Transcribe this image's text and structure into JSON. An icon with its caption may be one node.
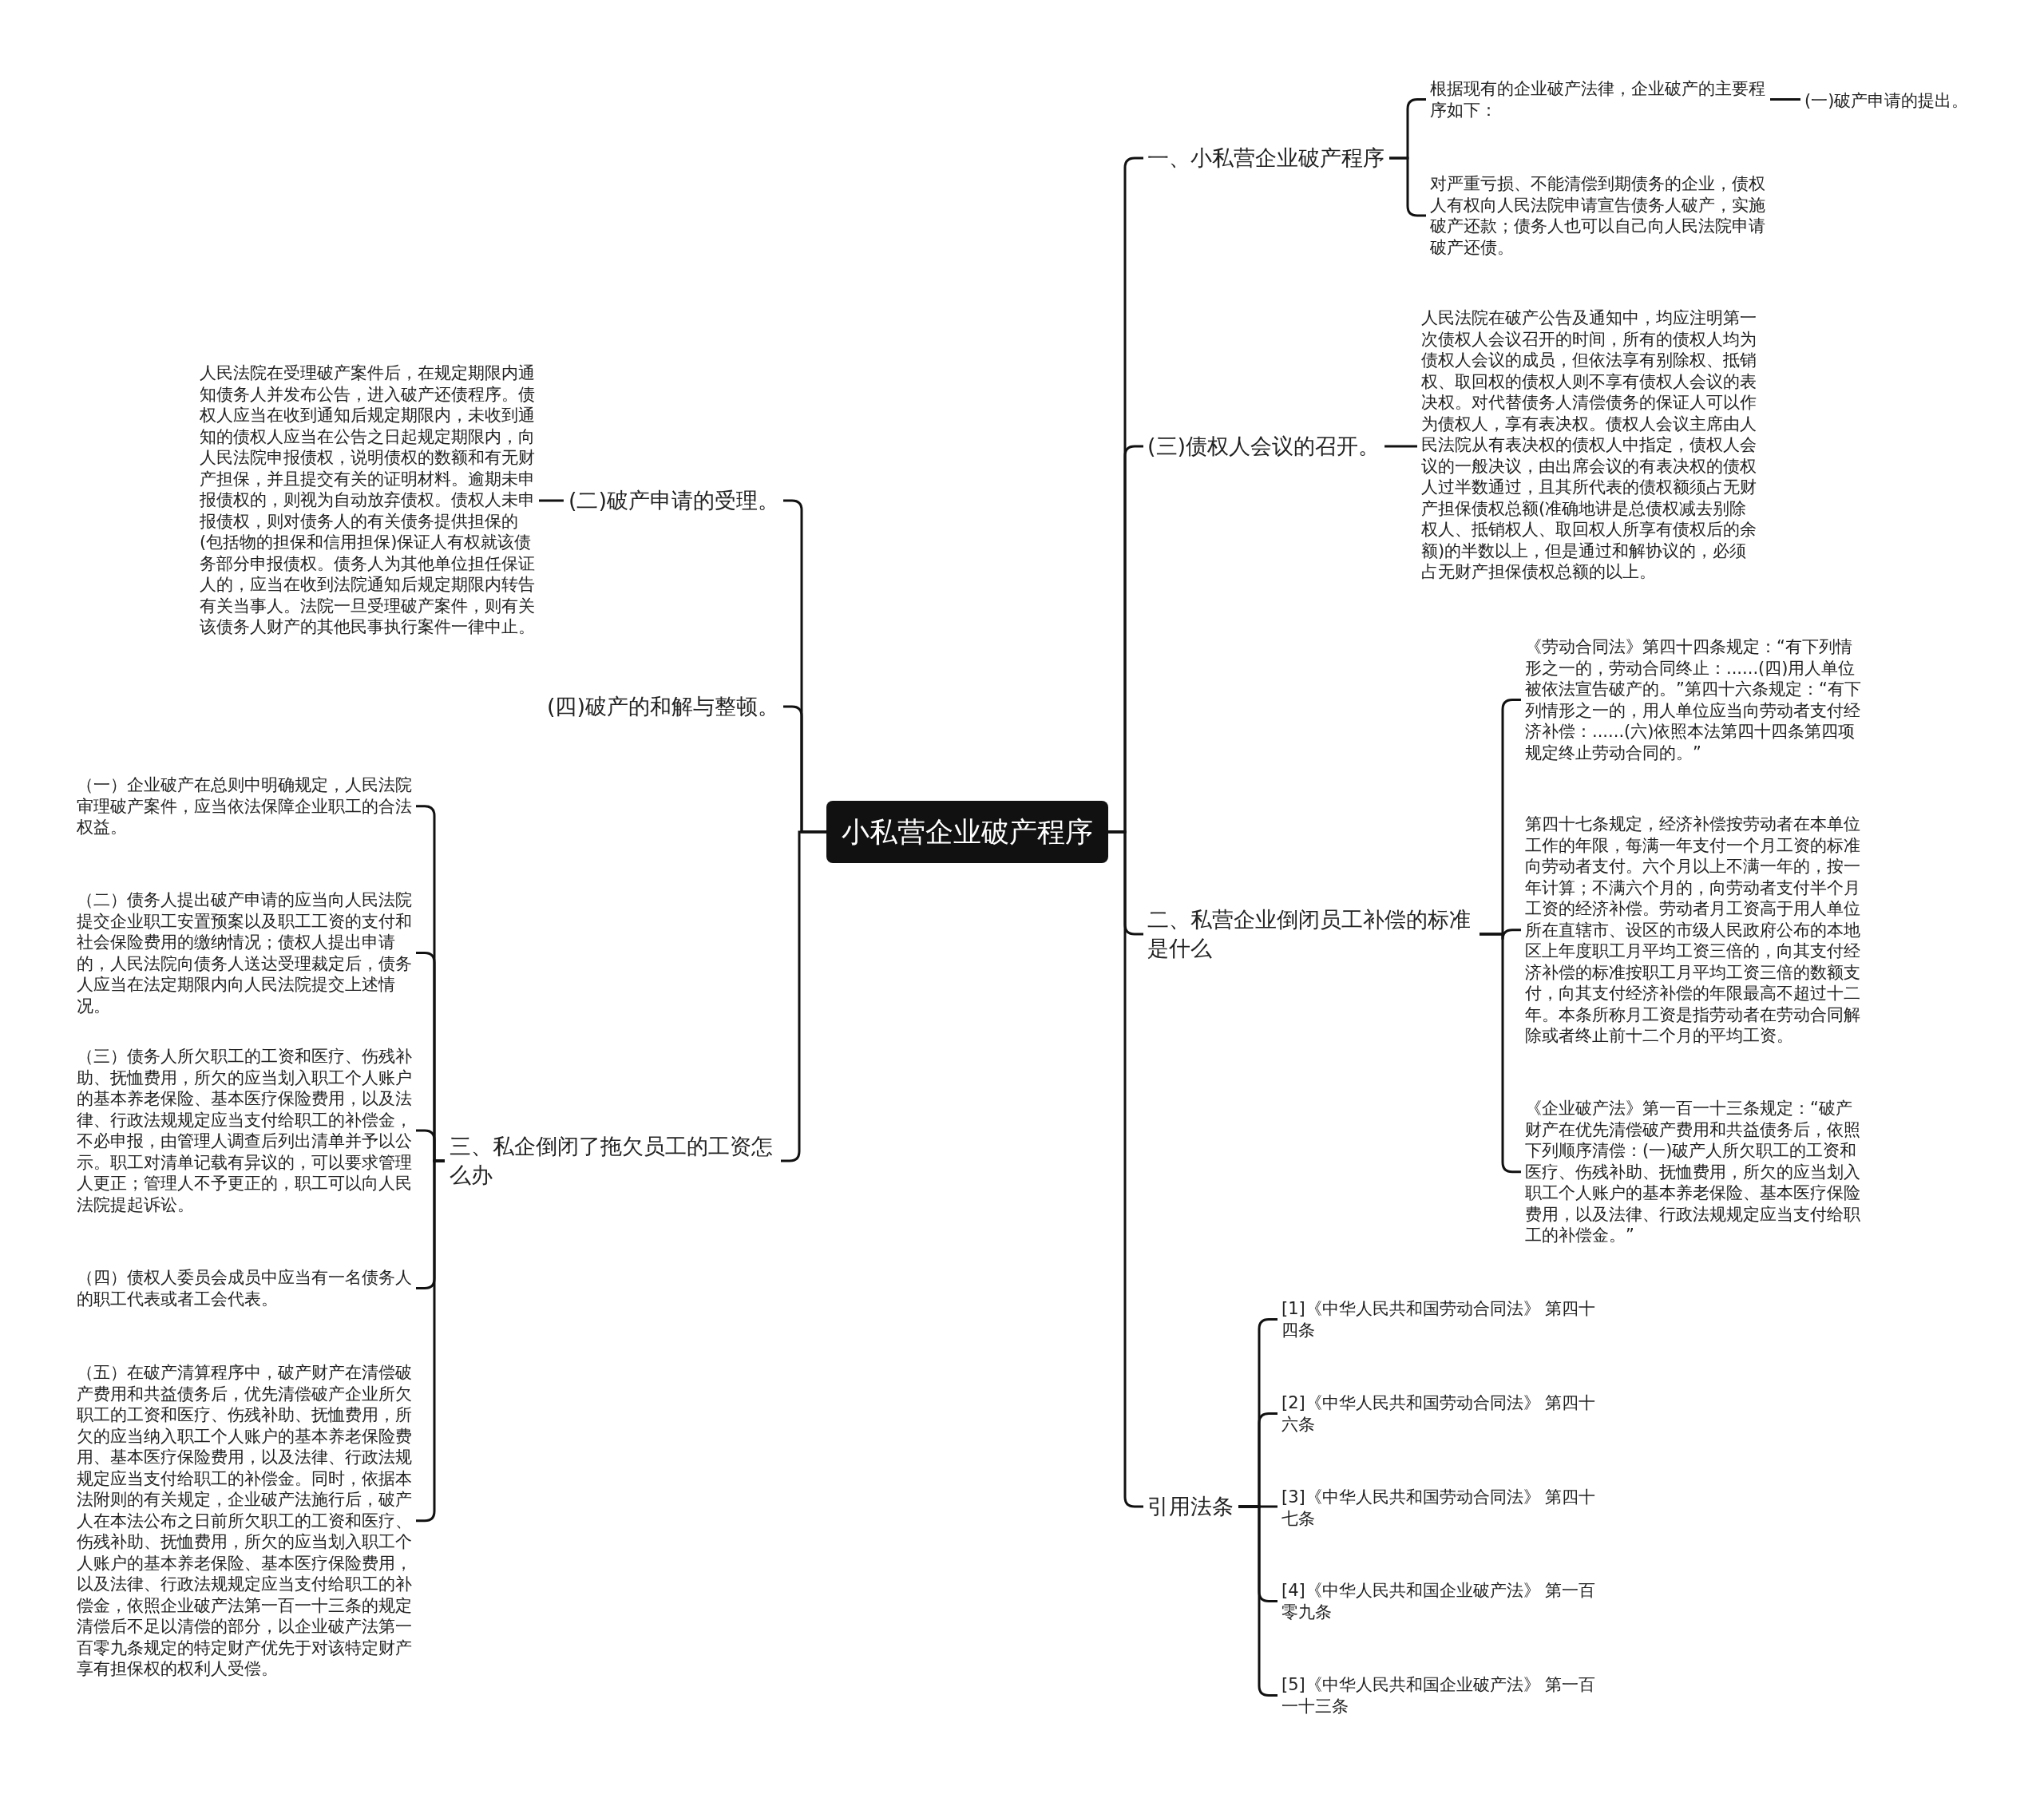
{
  "diagram": {
    "nodes": [
      {
        "text": [
          "小私营企业破产程序"
        ]
      },
      {
        "text": [
          "一、小私营企业破产程序"
        ]
      },
      {
        "text": [
          "根据现有的企业破产法律，企业破产的主要程序如下："
        ]
      },
      {
        "text": [
          "(一)破产申请的提出。"
        ]
      },
      {
        "text": [
          "对严重亏损、不能清偿到期债务的企业，债权人有权向人民法院申请宣告债务人破产，实施破产还款；债务人也可以自己向人民法院申请破产还债。"
        ]
      },
      {
        "text": [
          "(三)债权人会议的召开。"
        ]
      },
      {
        "text": [
          "人民法院在破产公告及通知中，均应注明第一次债权人会议召开的时间，所有的债权人均为债权人会议的成员，但依法享有别除权、抵销权、取回权的债权人则不享有债权人会议的表决权。对代替债务人清偿债务的保证人可以作为债权人，享有表决权。债权人会议主席由人民法院从有表决权的债权人中指定，债权人会议的一般决议，由出席会议的有表决权的债权人过半数通过，且其所代表的债权额须占无财产担保债权总额(准确地讲是总债权减去别除权人、抵销权人、取回权人所享有债权后的余额)的半数以上，但是通过和解协议的，必须占无财产担保债权总额的以上。"
        ]
      },
      {
        "text": [
          "二、私营企业倒闭员工补偿的标准是什么"
        ]
      },
      {
        "text": [
          "《劳动合同法》第四十四条规定：“有下列情形之一的，劳动合同终止：......(四)用人单位被依法宣告破产的。”第四十六条规定：“有下列情形之一的，用人单位应当向劳动者支付经济补偿：......(六)依照本法第四十四条第四项规定终止劳动合同的。”"
        ]
      },
      {
        "text": [
          "第四十七条规定，经济补偿按劳动者在本单位工作的年限，每满一年支付一个月工资的标准向劳动者支付。六个月以上不满一年的，按一年计算；不满六个月的，向劳动者支付半个月工资的经济补偿。劳动者月工资高于用人单位所在直辖市、设区的市级人民政府公布的本地区上年度职工月平均工资三倍的，向其支付经济补偿的标准按职工月平均工资三倍的数额支付，向其支付经济补偿的年限最高不超过十二年。本条所称月工资是指劳动者在劳动合同解除或者终止前十二个月的平均工资。"
        ]
      },
      {
        "text": [
          "《企业破产法》第一百一十三条规定：“破产财产在优先清偿破产费用和共益债务后，依照下列顺序清偿：(一)破产人所欠职工的工资和医疗、伤残补助、抚恤费用，所欠的应当划入职工个人账户的基本养老保险、基本医疗保险费用，以及法律、行政法规规定应当支付给职工的补偿金。”"
        ]
      },
      {
        "text": [
          "引用法条"
        ]
      },
      {
        "text": [
          "[1]《中华人民共和国劳动合同法》 第四十四条"
        ]
      },
      {
        "text": [
          "[2]《中华人民共和国劳动合同法》 第四十六条"
        ]
      },
      {
        "text": [
          "[3]《中华人民共和国劳动合同法》 第四十七条"
        ]
      },
      {
        "text": [
          "[4]《中华人民共和国企业破产法》 第一百零九条"
        ]
      },
      {
        "text": [
          "[5]《中华人民共和国企业破产法》 第一百一十三条"
        ]
      },
      {
        "text": [
          "(二)破产申请的受理。"
        ]
      },
      {
        "text": [
          "人民法院在受理破产案件后，在规定期限内通知债务人并发布公告，进入破产还债程序。债权人应当在收到通知后规定期限内，未收到通知的债权人应当在公告之日起规定期限内，向人民法院申报债权，说明债权的数额和有无财产担保，并且提交有关的证明材料。逾期未申报债权的，则视为自动放弃债权。债权人未申报债权，则对债务人的有关债务提供担保的(包括物的担保和信用担保)保证人有权就该债务部分申报债权。债务人为其他单位担任保证人的，应当在收到法院通知后规定期限内转告有关当事人。法院一旦受理破产案件，则有关该债务人财产的其他民事执行案件一律中止。"
        ]
      },
      {
        "text": [
          "(四)破产的和解与整顿。"
        ]
      },
      {
        "text": [
          "三、私企倒闭了拖欠员工的工资怎么办"
        ]
      },
      {
        "text": [
          "（一）企业破产在总则中明确规定，人民法院审理破产案件，应当依法保障企业职工的合法权益。"
        ]
      },
      {
        "text": [
          "（二）债务人提出破产申请的应当向人民法院提交企业职工安置预案以及职工工资的支付和社会保险费用的缴纳情况；债权人提出申请的，人民法院向债务人送达受理裁定后，债务人应当在法定期限内向人民法院提交上述情况。"
        ]
      },
      {
        "text": [
          "（三）债务人所欠职工的工资和医疗、伤残补助、抚恤费用，所欠的应当划入职工个人账户的基本养老保险、基本医疗保险费用，以及法律、行政法规规定应当支付给职工的补偿金，不必申报，由管理人调查后列出清单并予以公示。职工对清单记载有异议的，可以要求管理人更正；管理人不予更正的，职工可以向人民法院提起诉讼。"
        ]
      },
      {
        "text": [
          "（四）债权人委员会成员中应当有一名债务人的职工代表或者工会代表。"
        ]
      },
      {
        "text": [
          "（五）在破产清算程序中，破产财产在清偿破产费用和共益债务后，优先清偿破产企业所欠职工的工资和医疗、伤残补助、抚恤费用，所欠的应当纳入职工个人账户的基本养老保险费用、基本医疗保险费用，以及法律、行政法规规定应当支付给职工的补偿金。同时，依据本法附则的有关规定，企业破产法施行后，破产人在本法公布之日前所欠职工的工资和医疗、伤残补助、抚恤费用，所欠的应当划入职工个人账户的基本养老保险、基本医疗保险费用，以及法律、行政法规规定应当支付给职工的补偿金，依照企业破产法第一百一十三条的规定清偿后不足以清偿的部分，以企业破产法第一百零九条规定的特定财产优先于对该特定财产享有担保权的权利人受偿。"
        ]
      }
    ],
    "edges": [
      {
        "from": 0,
        "to": 1,
        "arrow": "none"
      },
      {
        "from": 1,
        "to": 2,
        "arrow": "none"
      },
      {
        "from": 2,
        "to": 3,
        "arrow": "none"
      },
      {
        "from": 1,
        "to": 4,
        "arrow": "none"
      },
      {
        "from": 0,
        "to": 5,
        "arrow": "none"
      },
      {
        "from": 5,
        "to": 6,
        "arrow": "none"
      },
      {
        "from": 0,
        "to": 7,
        "arrow": "none"
      },
      {
        "from": 7,
        "to": 8,
        "arrow": "none"
      },
      {
        "from": 7,
        "to": 9,
        "arrow": "none"
      },
      {
        "from": 7,
        "to": 10,
        "arrow": "none"
      },
      {
        "from": 0,
        "to": 11,
        "arrow": "none"
      },
      {
        "from": 11,
        "to": 12,
        "arrow": "none"
      },
      {
        "from": 11,
        "to": 13,
        "arrow": "none"
      },
      {
        "from": 11,
        "to": 14,
        "arrow": "none"
      },
      {
        "from": 11,
        "to": 15,
        "arrow": "none"
      },
      {
        "from": 11,
        "to": 16,
        "arrow": "none"
      },
      {
        "from": 0,
        "to": 17,
        "arrow": "none"
      },
      {
        "from": 17,
        "to": 18,
        "arrow": "none"
      },
      {
        "from": 0,
        "to": 19,
        "arrow": "none"
      },
      {
        "from": 0,
        "to": 20,
        "arrow": "none"
      },
      {
        "from": 20,
        "to": 21,
        "arrow": "none"
      },
      {
        "from": 20,
        "to": 22,
        "arrow": "none"
      },
      {
        "from": 20,
        "to": 23,
        "arrow": "none"
      },
      {
        "from": 20,
        "to": 24,
        "arrow": "none"
      },
      {
        "from": 20,
        "to": 25,
        "arrow": "none"
      }
    ]
  }
}
